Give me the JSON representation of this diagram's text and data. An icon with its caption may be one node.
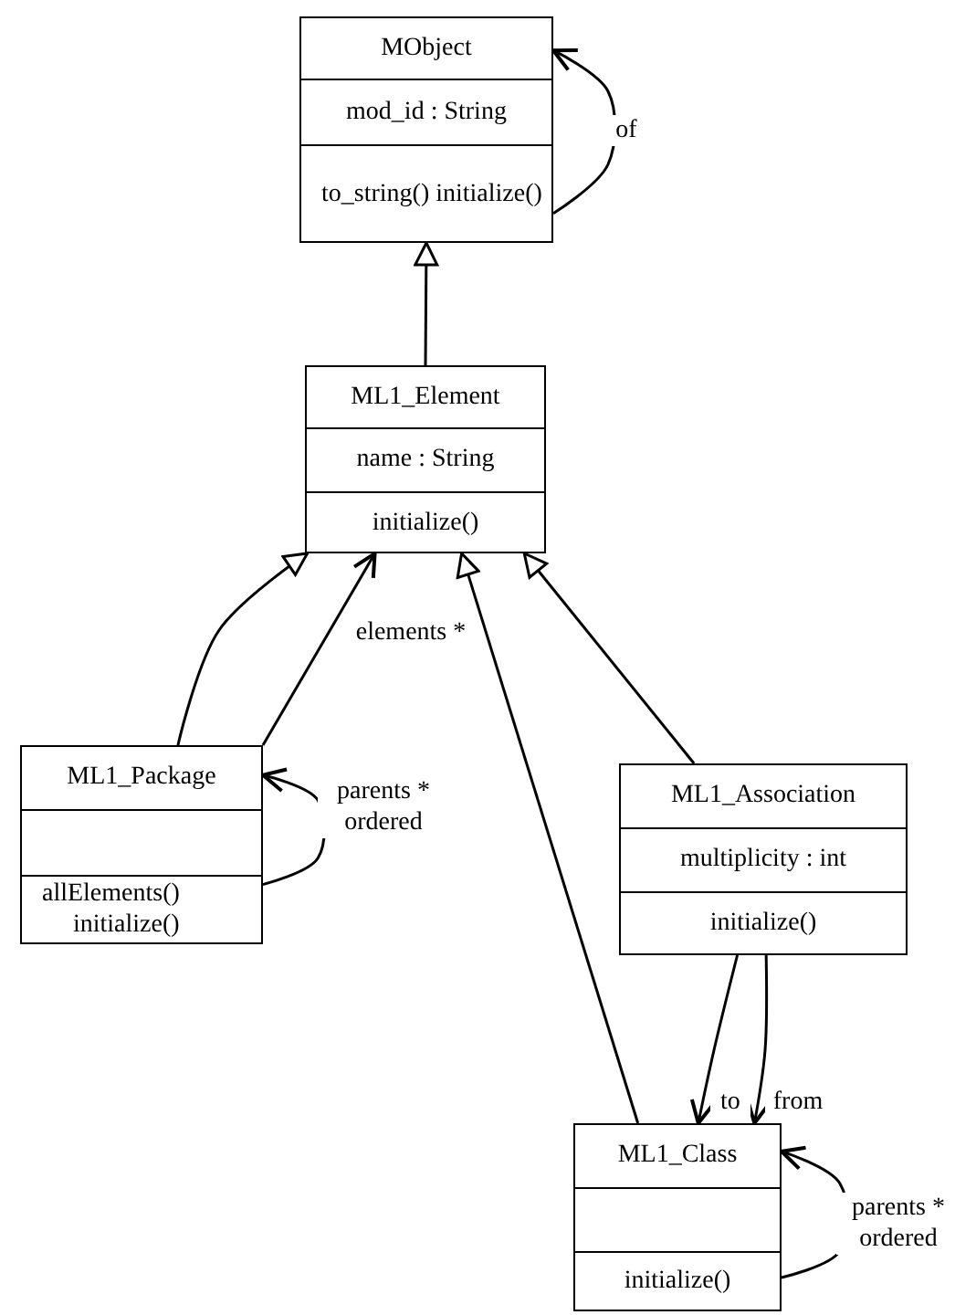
{
  "diagram": {
    "nodes": [
      {
        "text": [
          "MObject",
          "mod_id : String",
          "to_string() initialize()"
        ]
      },
      {
        "text": [
          "ML1_Element",
          "name : String",
          "initialize()"
        ]
      },
      {
        "text": [
          "ML1_Package",
          "allElements() initialize()"
        ]
      },
      {
        "text": [
          "ML1_Association",
          "multiplicity : int",
          "initialize()"
        ]
      },
      {
        "text": [
          "ML1_Class",
          "initialize()"
        ]
      }
    ],
    "edges": [
      {
        "from": 0,
        "to": 0,
        "arrow": "to",
        "label": "of"
      },
      {
        "from": 1,
        "to": 0,
        "arrow": "to"
      },
      {
        "from": 2,
        "to": 1,
        "arrow": "to"
      },
      {
        "from": 2,
        "to": 1,
        "arrow": "to",
        "label": "elements *"
      },
      {
        "from": 2,
        "to": 2,
        "arrow": "to",
        "label": "parents * ordered"
      },
      {
        "from": 4,
        "to": 1,
        "arrow": "to"
      },
      {
        "from": 3,
        "to": 1,
        "arrow": "to"
      },
      {
        "from": 3,
        "to": 4,
        "arrow": "to",
        "label": "to"
      },
      {
        "from": 3,
        "to": 4,
        "arrow": "to",
        "label": "from"
      },
      {
        "from": 4,
        "to": 4,
        "arrow": "to",
        "label": "parents * ordered"
      }
    ]
  }
}
